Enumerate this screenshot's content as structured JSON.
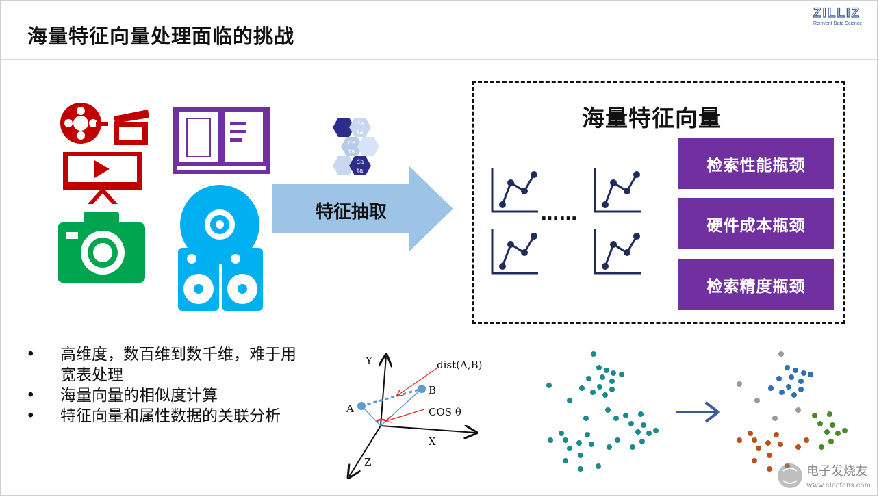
{
  "slide": {
    "title": "海量特征向量处理面临的挑战"
  },
  "logo": {
    "brand": "ZILLIZ",
    "tagline": "Reinvent Data Science"
  },
  "extraction": {
    "label": "特征抽取",
    "data_hex_labels": [
      "da",
      "ta",
      "da",
      "ta",
      "da",
      "ta"
    ]
  },
  "vector_box": {
    "title": "海量特征向量",
    "ellipsis": "……",
    "bottlenecks": [
      "检索性能瓶颈",
      "硬件成本瓶颈",
      "检索精度瓶颈"
    ]
  },
  "bullets": {
    "marker": "•",
    "items": [
      "高维度，数百维到数千维，难于用宽表处理",
      "海量向量的相似度计算",
      "特征向量和属性数据的关联分析"
    ]
  },
  "diagram3d": {
    "y_label": "Y",
    "x_label": "X",
    "z_label": "Z",
    "point_a": "A",
    "point_b": "B",
    "dist_label": "dist(A,B)",
    "cos_label": "COS θ"
  },
  "watermark": {
    "text": "电子发烧友",
    "url": "www.elecfans.com"
  },
  "colors": {
    "media_red": "#c00000",
    "book_purple": "#7030a0",
    "camera_green": "#00a550",
    "disc_blue": "#00b0f0",
    "arrow_blue": "#9dc3e6",
    "chart_navy": "#1f2d5a",
    "bottleneck_purple": "#7030a0",
    "teal_points": "#1a8a8a",
    "cluster_blue": "#2e6fb5",
    "cluster_green": "#4a8a2a",
    "cluster_orange": "#c0501a",
    "cluster_grey": "#9a9a9a"
  }
}
